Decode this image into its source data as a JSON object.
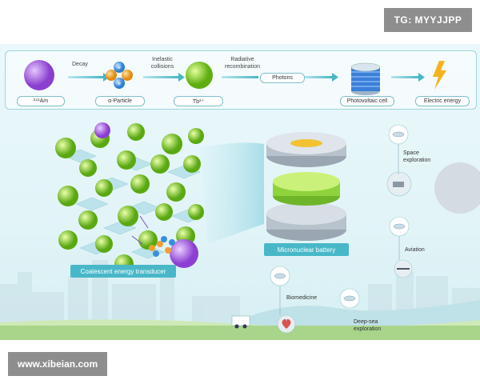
{
  "watermarks": {
    "top_right": "TG: MYYJJPP",
    "bottom_left": "www.xibeian.com"
  },
  "flow": {
    "stages": [
      {
        "label": "²⁴¹Am"
      },
      {
        "label": "α-Particle"
      },
      {
        "label": "Tb³⁺"
      },
      {
        "label": "Photons"
      },
      {
        "label": "Photovoltaic cell"
      },
      {
        "label": "Electric energy"
      }
    ],
    "arrows": [
      "Decay",
      "Inelastic collisions",
      "Radiative recombination"
    ]
  },
  "labels": {
    "transducer": "Coalescent energy transducer",
    "battery": "Micronuclear battery"
  },
  "applications": [
    {
      "line1": "Space",
      "line2": "exploration"
    },
    {
      "line1": "Aviation",
      "line2": ""
    },
    {
      "line1": "Biomedicine",
      "line2": ""
    },
    {
      "line1": "Deep-sea",
      "line2": "exploration"
    }
  ],
  "colors": {
    "accent": "#48b8c8",
    "particle_purple": "#a25bd8",
    "particle_green": "#8ccc2a",
    "alpha_orange": "#f0a030",
    "alpha_blue": "#3a8fd8"
  }
}
